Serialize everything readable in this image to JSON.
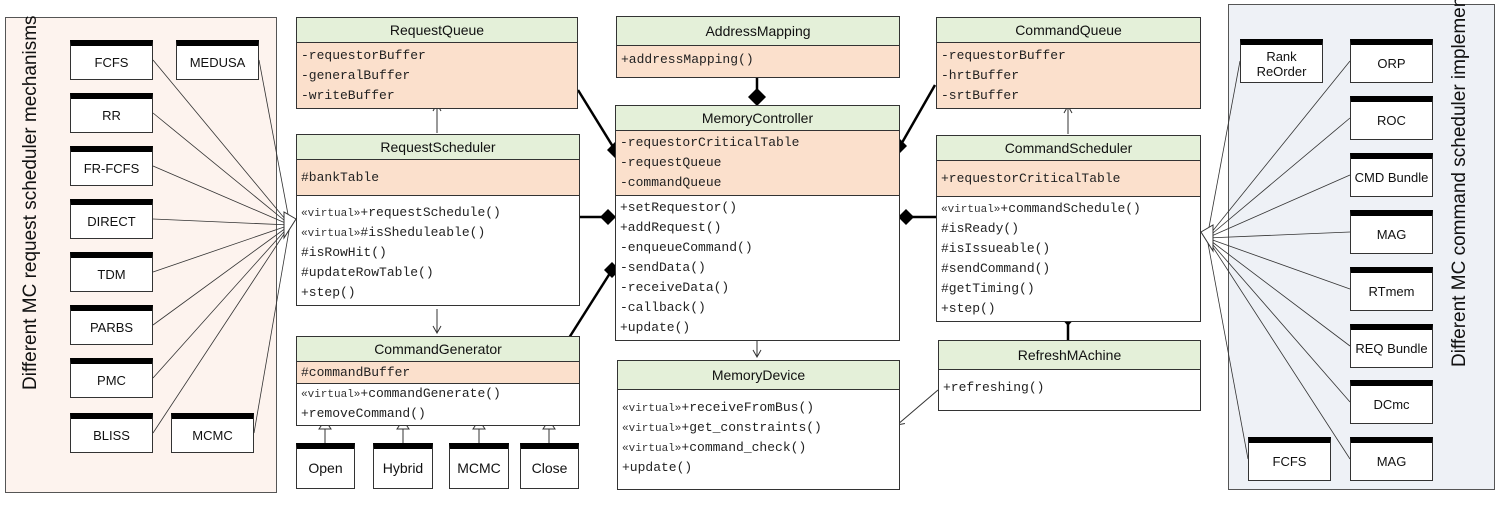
{
  "left_panel": {
    "label": "Different MC request scheduler mechanisms",
    "mechanisms": [
      "FCFS",
      "MEDUSA",
      "RR",
      "FR-FCFS",
      "DIRECT",
      "TDM",
      "PARBS",
      "PMC",
      "BLISS",
      "MCMC"
    ]
  },
  "right_panel": {
    "label": "Different MC command scheduler implementation",
    "implementations": [
      "Rank ReOrder",
      "ORP",
      "ROC",
      "CMD Bundle",
      "MAG",
      "RTmem",
      "REQ Bundle",
      "DCmc",
      "FCFS",
      "MAG"
    ]
  },
  "classes": {
    "request_queue": {
      "name": "RequestQueue",
      "attributes": [
        "-requestorBuffer",
        "-generalBuffer",
        "-writeBuffer"
      ]
    },
    "request_scheduler": {
      "name": "RequestScheduler",
      "attributes": [
        "#bankTable"
      ],
      "operations": [
        "+requestSchedule()",
        "#isSheduleable()",
        "#isRowHit()",
        "#updateRowTable()",
        "+step()"
      ]
    },
    "command_generator": {
      "name": "CommandGenerator",
      "attributes": [
        "#commandBuffer"
      ],
      "operations": [
        "+commandGenerate()",
        "+removeCommand()"
      ],
      "subclasses": [
        "Open",
        "Hybrid",
        "MCMC",
        "Close"
      ]
    },
    "address_mapping": {
      "name": "AddressMapping",
      "attributes": [
        "+addressMapping()"
      ]
    },
    "memory_controller": {
      "name": "MemoryController",
      "attributes": [
        "-requestorCriticalTable",
        "-requestQueue",
        "-commandQueue"
      ],
      "operations": [
        "+setRequestor()",
        "+addRequest()",
        "-enqueueCommand()",
        "-sendData()",
        "-receiveData()",
        "-callback()",
        "+update()"
      ]
    },
    "memory_device": {
      "name": "MemoryDevice",
      "operations": [
        "+receiveFromBus()",
        "+get_constraints()",
        "+command_check()",
        "+update()"
      ]
    },
    "command_queue": {
      "name": "CommandQueue",
      "attributes": [
        "-requestorBuffer",
        "-hrtBuffer",
        "-srtBuffer"
      ]
    },
    "command_scheduler": {
      "name": "CommandScheduler",
      "attributes": [
        "+requestorCriticalTable"
      ],
      "operations": [
        "+commandSchedule()",
        "#isReady()",
        "#isIssueable()",
        "#sendCommand()",
        "#getTiming()",
        "+step()"
      ]
    },
    "refresh_machine": {
      "name": "RefreshMAchine",
      "operations": [
        "+refreshing()"
      ]
    }
  },
  "stereotype": "«virtual»"
}
